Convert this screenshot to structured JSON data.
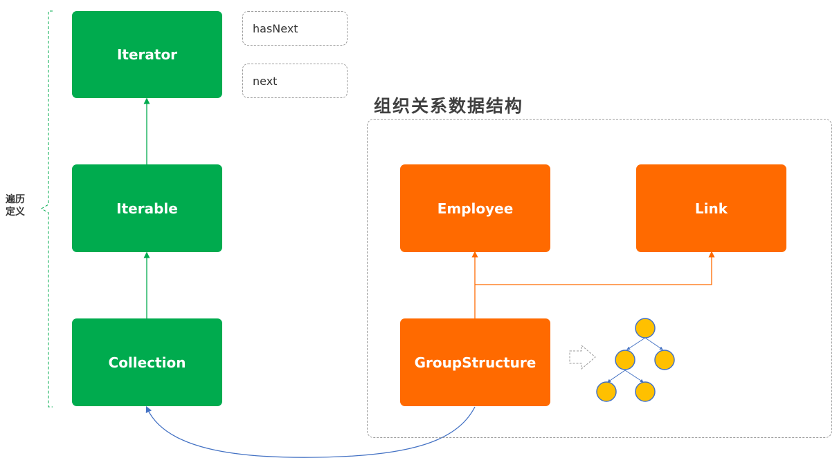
{
  "left_group": {
    "label": "遍历\n定义",
    "boxes": {
      "iterator": "Iterator",
      "iterable": "Iterable",
      "collection": "Collection"
    },
    "methods": [
      "hasNext",
      "next"
    ]
  },
  "right_group": {
    "title": "组织关系数据结构",
    "boxes": {
      "employee": "Employee",
      "link": "Link",
      "group_structure": "GroupStructure"
    }
  },
  "colors": {
    "green": "#00ab4e",
    "orange": "#ff6a00",
    "tree_node_fill": "#ffc000",
    "tree_node_stroke": "#4472c4",
    "curve": "#4472c4"
  },
  "icons": [
    "right-arrow-outline-icon",
    "tree-icon"
  ]
}
